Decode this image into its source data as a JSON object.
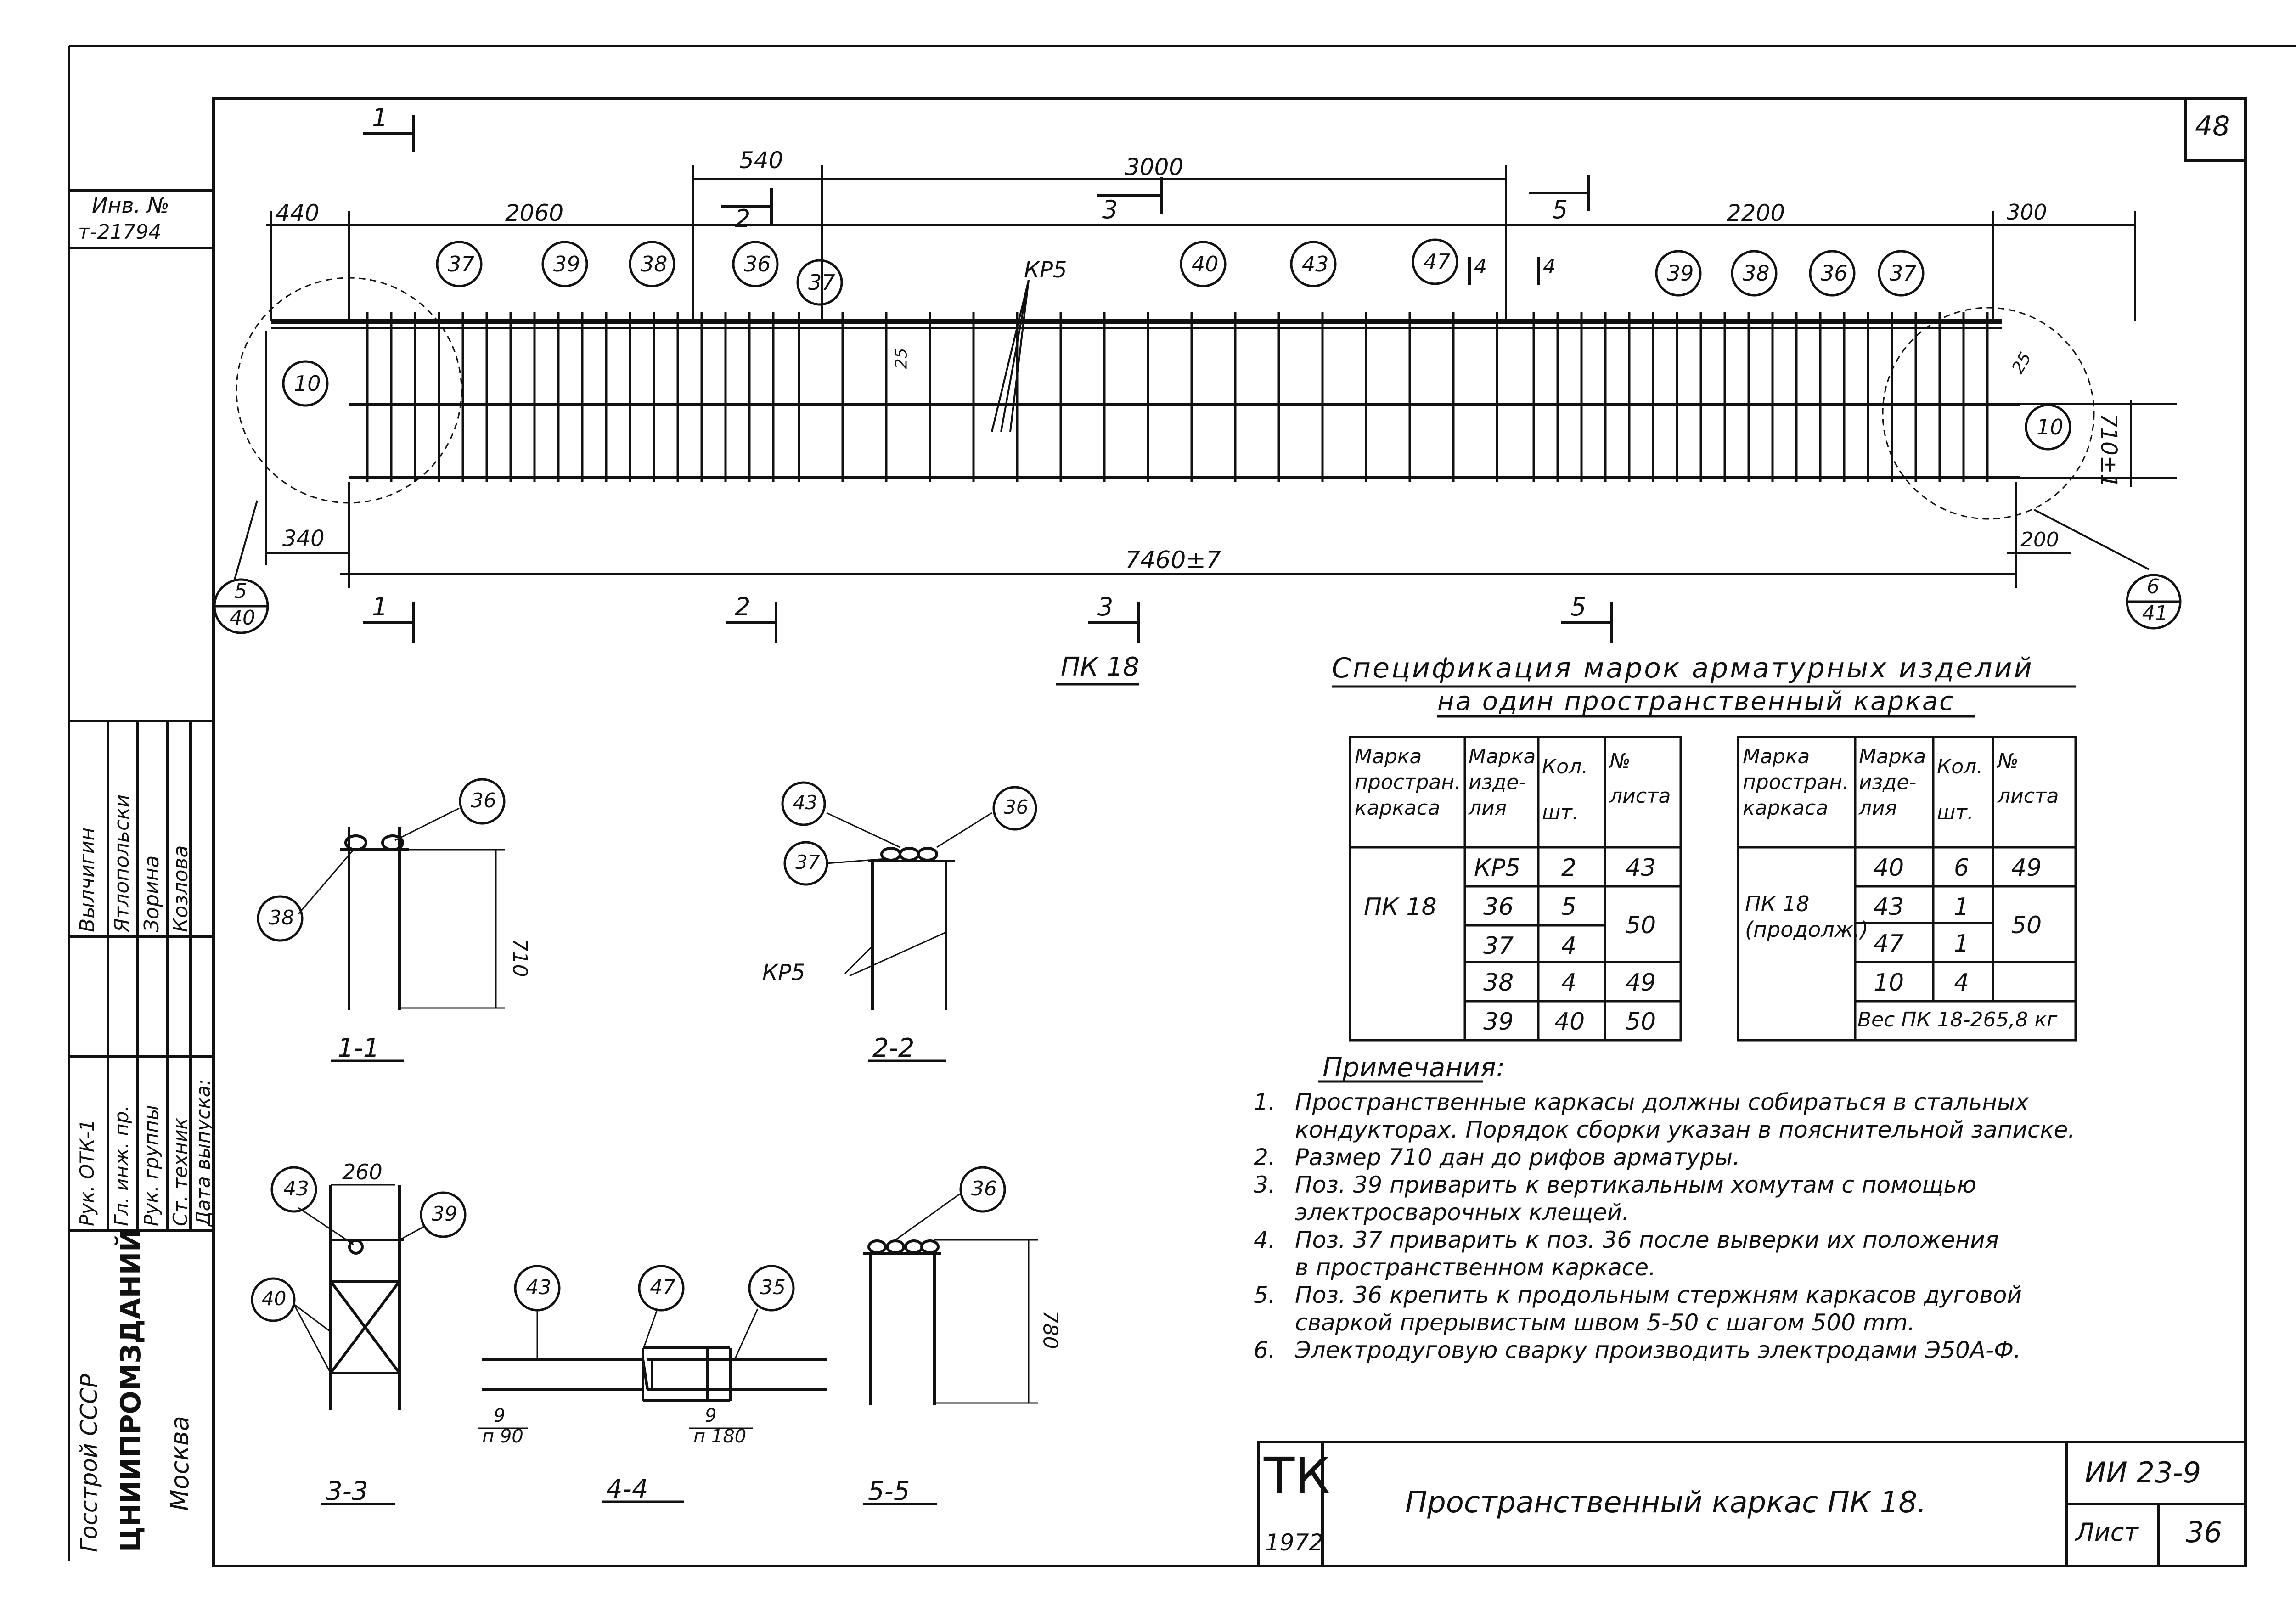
{
  "sheet": {
    "top_number": "48",
    "inv_label": "Инв. №",
    "inv_number": "т-21794",
    "sheet_code": "ИИ 23-9",
    "sheet_label": "Лист",
    "sheet_number": "36",
    "tk": "ТК",
    "tk_year": "1972",
    "drawing_title": "Пространственный каркас ПК 18."
  },
  "left_strip": {
    "names": [
      "Вылчигин",
      "Ятлопольски",
      "Зорина",
      "Козлова"
    ],
    "roles": [
      "Рук. ОТК-1",
      "Гл. инж. пр.",
      "Рук. группы",
      "Ст. техник",
      "Дата выпуска:"
    ],
    "org_lines": [
      "Госстрой СССР",
      "ЦНИИПРОМЗДАНИЙ",
      "Москва"
    ]
  },
  "main_view": {
    "dims_top": [
      "440",
      "2060",
      "540",
      "3000",
      "2200",
      "300"
    ],
    "section_numbers_top": [
      "1",
      "2",
      "3",
      "4",
      "4",
      "5"
    ],
    "dims_bottom": [
      "340",
      "7460±7",
      "200"
    ],
    "dim_right": "710±1",
    "dim_small_1": "25",
    "dim_small_2": "25",
    "section_numbers_bottom": [
      "1",
      "2",
      "3",
      "5"
    ],
    "label_kr5": "КР5",
    "callouts": [
      "37",
      "39",
      "38",
      "36",
      "37",
      "40",
      "43",
      "47",
      "39",
      "38",
      "36",
      "37",
      "10",
      "10"
    ],
    "detail_left": {
      "top": "5",
      "bottom": "40"
    },
    "detail_right": {
      "top": "6",
      "bottom": "41"
    },
    "caption": "ПК 18"
  },
  "sections": {
    "s11": {
      "caption": "1-1",
      "dim": "710",
      "callouts": [
        "36",
        "38"
      ]
    },
    "s22": {
      "caption": "2-2",
      "callouts": [
        "43",
        "36",
        "37"
      ],
      "label": "КР5"
    },
    "s33": {
      "caption": "3-3",
      "dim": "260",
      "callouts": [
        "43",
        "39",
        "40"
      ]
    },
    "s44": {
      "caption": "4-4",
      "callouts": [
        "43",
        "47",
        "35"
      ],
      "weld1_top": "9",
      "weld1_bot": "п 90",
      "weld2_top": "9",
      "weld2_bot": "п 180"
    },
    "s55": {
      "caption": "5-5",
      "dim": "780",
      "callouts": [
        "36"
      ]
    }
  },
  "spec": {
    "title_line1": "Спецификация марок арматурных изделий",
    "title_line2": "на один пространственный каркас",
    "headers": [
      "Марка простран. каркаса",
      "Марка изде- лия",
      "Кол. шт.",
      "№ листа"
    ],
    "left_table": {
      "frame": "ПК 18",
      "rows": [
        [
          "КР5",
          "2",
          "43"
        ],
        [
          "36",
          "5",
          "50"
        ],
        [
          "37",
          "4",
          ""
        ],
        [
          "38",
          "4",
          "49"
        ],
        [
          "39",
          "40",
          "50"
        ]
      ]
    },
    "right_table": {
      "frame": "ПК 18 (продолж.)",
      "rows": [
        [
          "40",
          "6",
          "49"
        ],
        [
          "43",
          "1",
          "50"
        ],
        [
          "47",
          "1",
          ""
        ],
        [
          "10",
          "4",
          ""
        ]
      ],
      "weight": "Вес ПК 18-265,8 кг"
    }
  },
  "notes": {
    "title": "Примечания:",
    "items": [
      {
        "n": "1.",
        "lines": [
          "Пространственные каркасы должны собираться в стальных",
          "кондукторах. Порядок сборки указан в пояснительной записке."
        ]
      },
      {
        "n": "2.",
        "lines": [
          "Размер 710 дан до рифов арматуры."
        ]
      },
      {
        "n": "3.",
        "lines": [
          "Поз. 39 приварить к вертикальным хомутам с помощью",
          "электросварочных клещей."
        ]
      },
      {
        "n": "4.",
        "lines": [
          "Поз. 37 приварить к поз. 36 после выверки их положения",
          "в пространственном каркасе."
        ]
      },
      {
        "n": "5.",
        "lines": [
          "Поз. 36 крепить к продольным стержням каркасов дуговой",
          "сваркой прерывистым швом 5-50 с шагом 500 mm."
        ]
      },
      {
        "n": "6.",
        "lines": [
          "Электродуговую сварку производить электродами Э50А-Ф."
        ]
      }
    ]
  }
}
